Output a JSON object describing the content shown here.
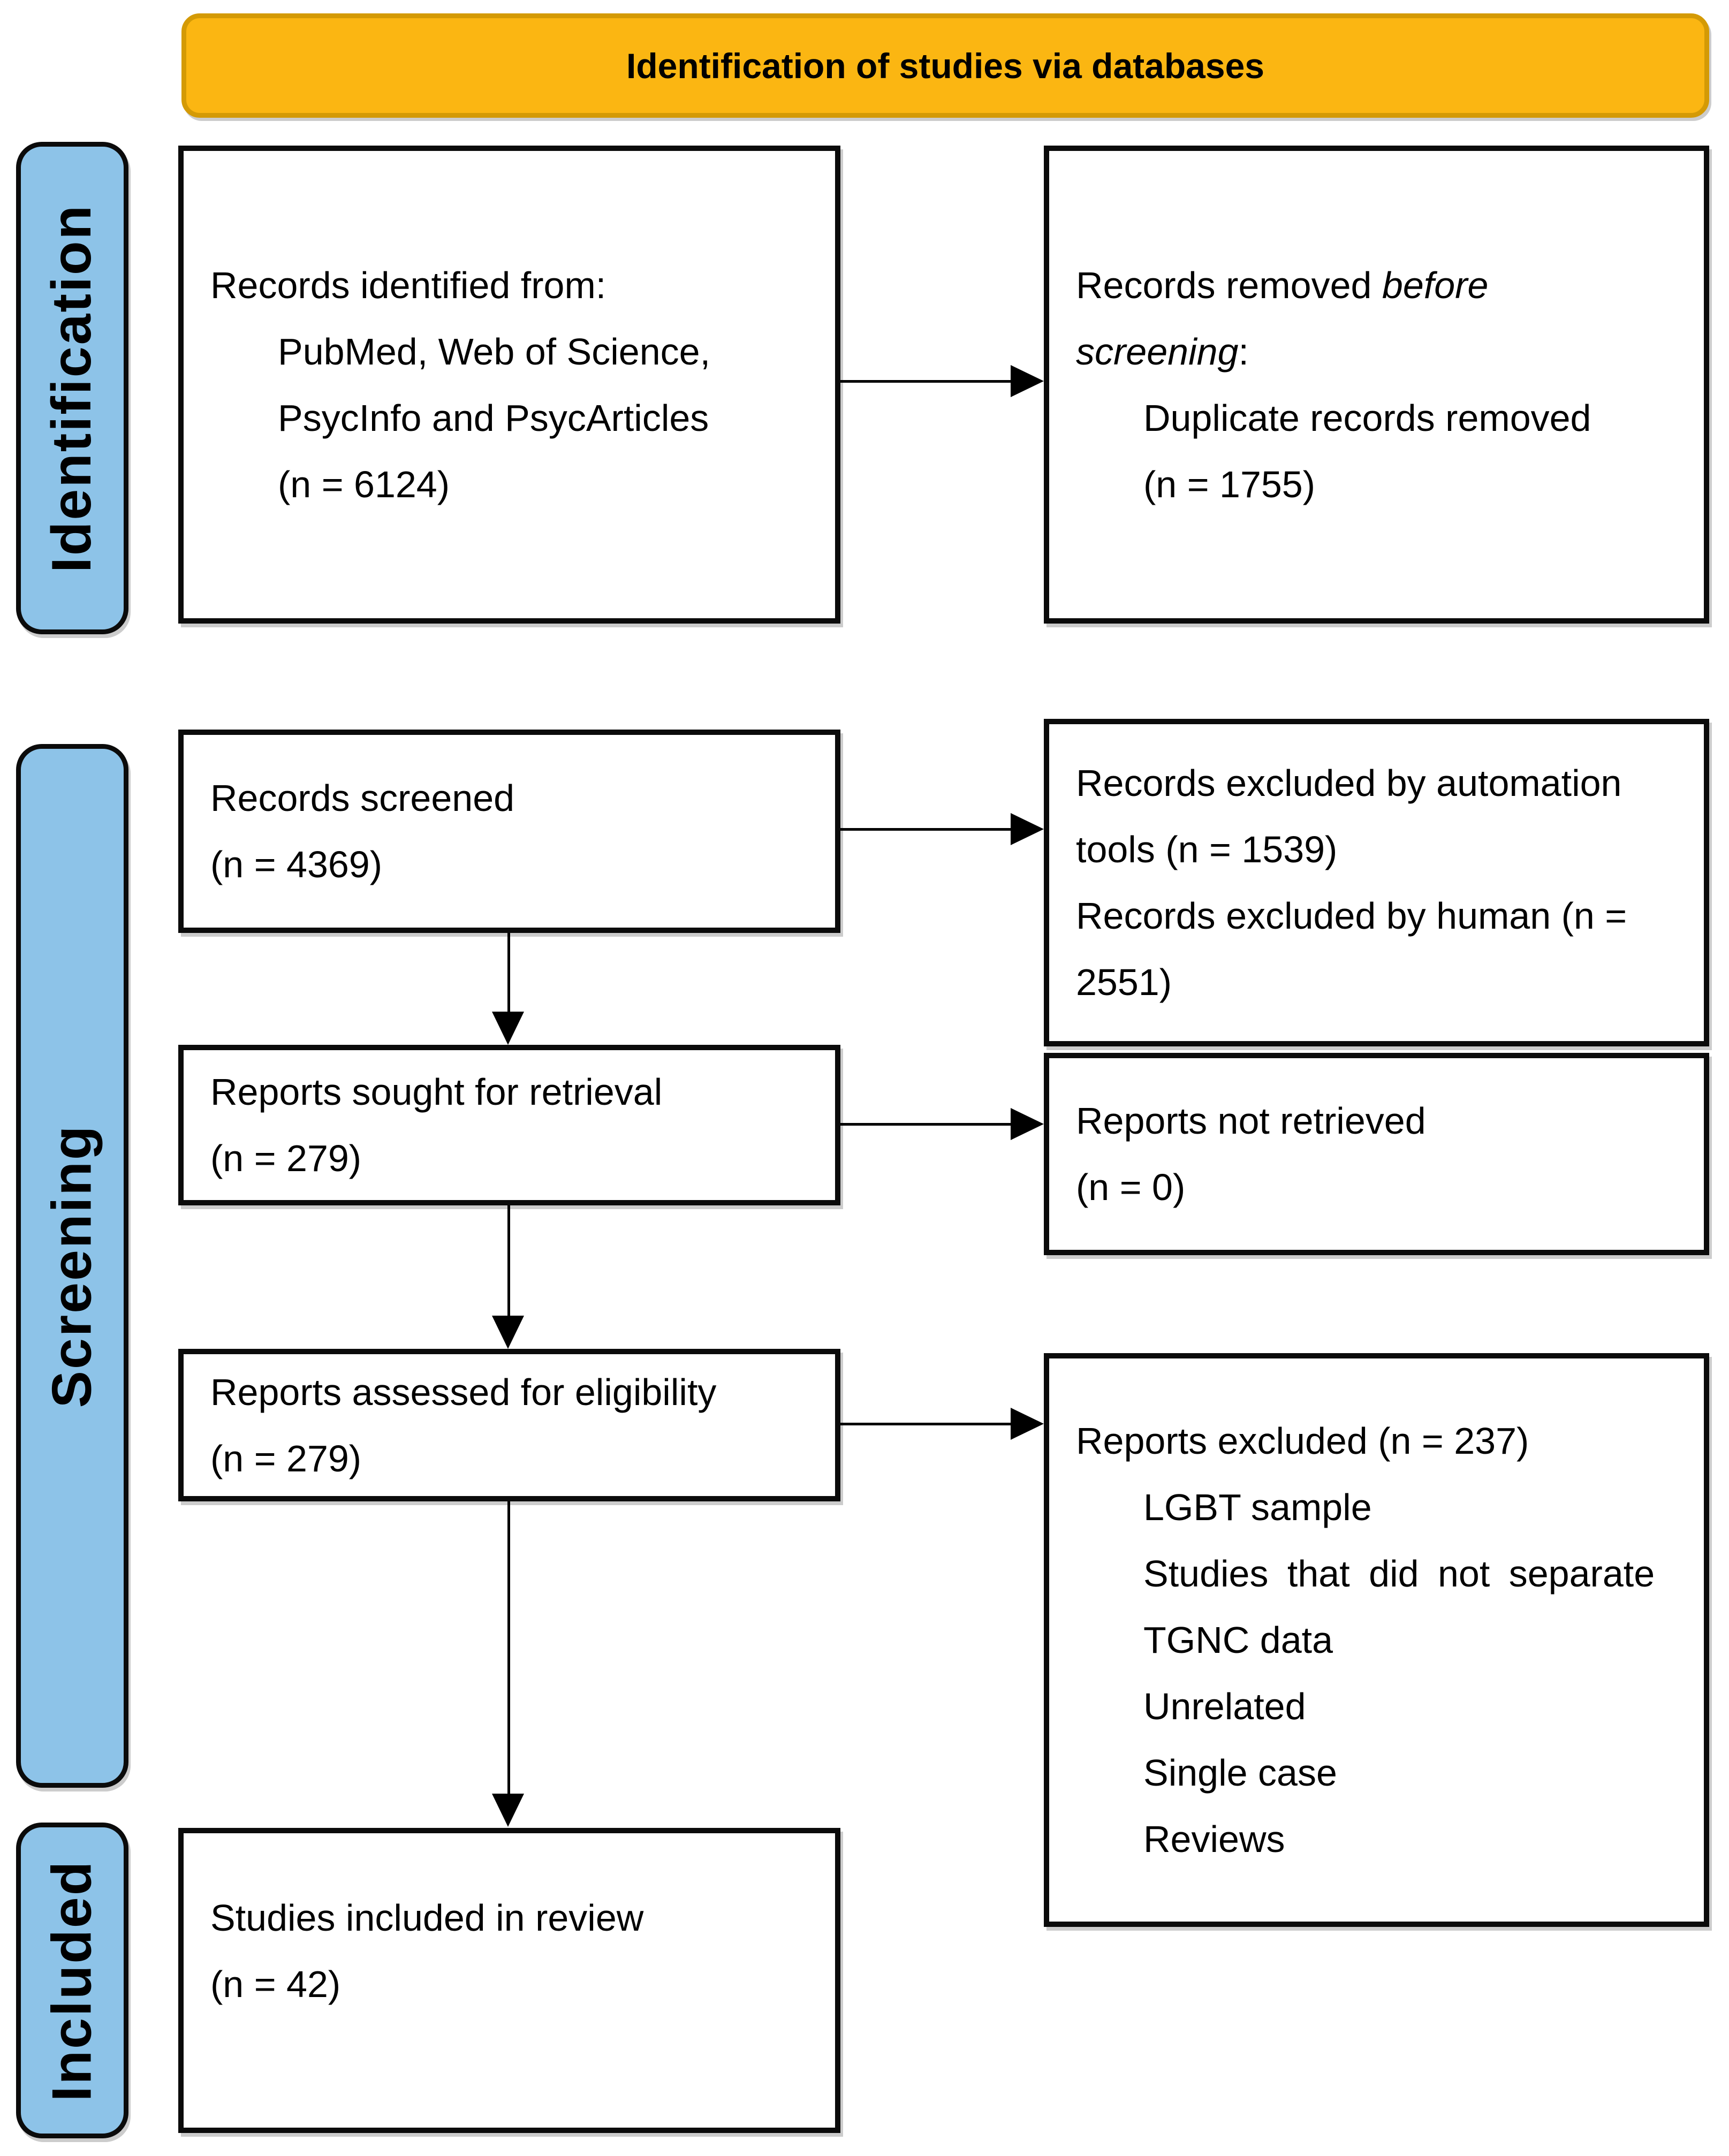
{
  "banner": {
    "title": "Identification of studies via databases"
  },
  "sidebar": {
    "identification": "Identification",
    "screening": "Screening",
    "included": "Included"
  },
  "boxes": {
    "records_identified": {
      "line1": "Records identified from:",
      "line2": "PubMed, Web of Science,",
      "line3": "PsycInfo and PsycArticles",
      "line4": "(n = 6124)"
    },
    "records_removed": {
      "line1_pre": "Records removed ",
      "line1_italic": "before",
      "line2_italic": "screening",
      "line2_post": ":",
      "line3": "Duplicate records removed",
      "line4": "(n = 1755)"
    },
    "records_screened": {
      "line1": "Records screened",
      "line2": "(n = 4369)"
    },
    "records_excluded": {
      "line1": "Records excluded by automation",
      "line2": "tools (n = 1539)",
      "line3": "Records excluded by human (n =",
      "line4": "2551)"
    },
    "reports_sought": {
      "line1": "Reports sought for retrieval",
      "line2": "(n = 279)"
    },
    "reports_not_retrieved": {
      "line1": "Reports not retrieved",
      "line2": "(n = 0)"
    },
    "reports_assessed": {
      "line1": "Reports assessed for eligibility",
      "line2": "(n = 279)"
    },
    "reports_excluded": {
      "line1": "Reports excluded (n = 237)",
      "items": [
        "LGBT sample",
        "Studies that did not separate",
        "TGNC data",
        "Unrelated",
        "Single case",
        "Reviews"
      ]
    },
    "studies_included": {
      "line1": "Studies included in review",
      "line2": "(n = 42)"
    }
  },
  "colors": {
    "banner_fill": "#FBB612",
    "banner_border": "#D49A05",
    "sidebar_fill": "#8DC3E8",
    "box_border": "#0B0B0B"
  }
}
